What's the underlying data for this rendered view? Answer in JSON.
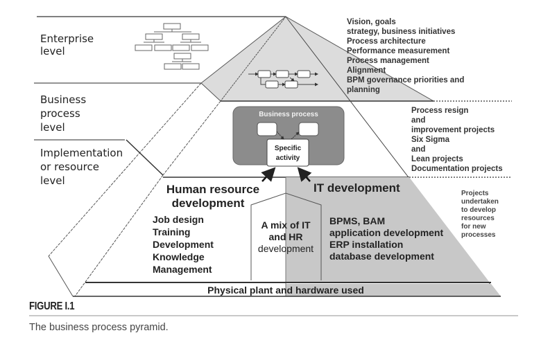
{
  "levels": {
    "enterprise": [
      "Enterprise",
      "level"
    ],
    "business_process": [
      "Business",
      "process",
      "level"
    ],
    "implementation": [
      "Implementation",
      "or resource",
      "level"
    ]
  },
  "right_annotations": {
    "enterprise": [
      "Vision, goals",
      "strategy, business initiatives",
      "Process architecture",
      "Performance measurement",
      "Process management",
      "Alignment",
      "BPM governance priorities and",
      "planning"
    ],
    "business_process": [
      "Process resign",
      "and",
      "improvement projects",
      "Six Sigma",
      "and",
      "Lean projects",
      "Documentation projects"
    ],
    "implementation": [
      "Projects",
      "undertaken",
      "to develop",
      "resources",
      "for new",
      "processes"
    ]
  },
  "business_process_box": {
    "title": "Business process",
    "activity": [
      "Specific",
      "activity"
    ]
  },
  "human_resource": {
    "title": [
      "Human resource",
      "development"
    ],
    "items": [
      "Job design",
      "Training",
      "Development",
      "Knowledge",
      "Management"
    ]
  },
  "mix": {
    "lines": [
      "A mix of IT",
      "and HR",
      "development"
    ]
  },
  "it_development": {
    "title": "IT development",
    "items": [
      "BPMS, BAM",
      "application development",
      "ERP installation",
      "database development"
    ]
  },
  "base_label": "Physical plant and hardware used",
  "figure": {
    "label": "FIGURE I.1",
    "caption": "The business process pyramid."
  },
  "colors": {
    "light_gray": "#dcdcdc",
    "it_gray": "#c8c8c8",
    "bp_box": "#8c8c8c",
    "line": "#333333"
  }
}
